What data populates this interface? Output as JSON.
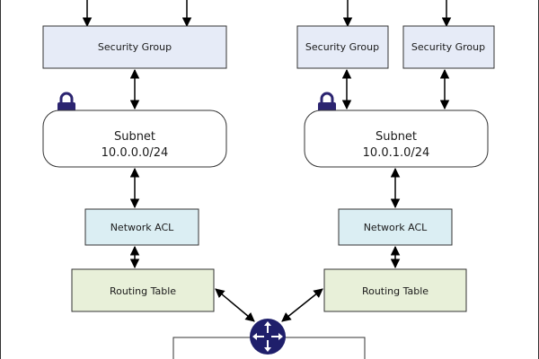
{
  "colors": {
    "security_group_fill": "#e6ebf7",
    "network_acl_fill": "#dbeef3",
    "routing_table_fill": "#e8f0d9",
    "border": "#333333",
    "router_fill": "#1f1f6b",
    "lock_fill": "#2b2470"
  },
  "icons": [
    "lock-icon",
    "router-icon"
  ],
  "left_column": {
    "security_group": "Security Group",
    "subnet_name": "Subnet",
    "subnet_cidr": "10.0.0.0/24",
    "network_acl": "Network ACL",
    "routing_table": "Routing Table"
  },
  "right_column": {
    "security_groups": [
      "Security Group",
      "Security Group"
    ],
    "subnet_name": "Subnet",
    "subnet_cidr": "10.0.1.0/24",
    "network_acl": "Network ACL",
    "routing_table": "Routing Table"
  }
}
